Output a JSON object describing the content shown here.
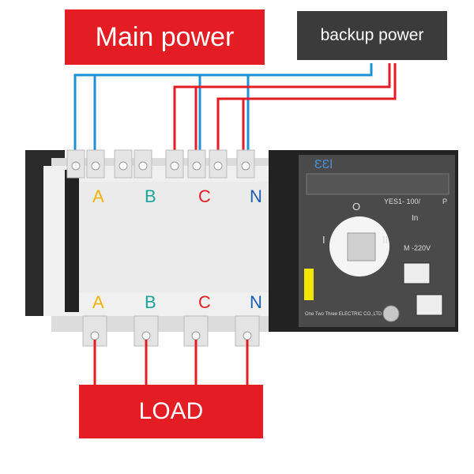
{
  "labels": {
    "main_power": "Main power",
    "backup_power": "backup power",
    "load": "LOAD"
  },
  "phases": [
    "A",
    "B",
    "C",
    "N"
  ],
  "phase_colors": [
    "#f0b400",
    "#1aa49a",
    "#e41d24",
    "#1c5fae"
  ],
  "panel": {
    "brand": "ƐƐƖ",
    "model": "YES1- 100/",
    "model_suffix": "P",
    "current": "In",
    "position_0": "O",
    "position_1": "I",
    "position_2": "II",
    "voltage": "M -220V",
    "maker": "One Two Three ELECTRIC CO.,LTD"
  },
  "colors": {
    "main_wire": "#e41d24",
    "backup_wire": "#1e90d6",
    "switch_body": "#e6e6e6",
    "panel": "#4a4a4a"
  }
}
